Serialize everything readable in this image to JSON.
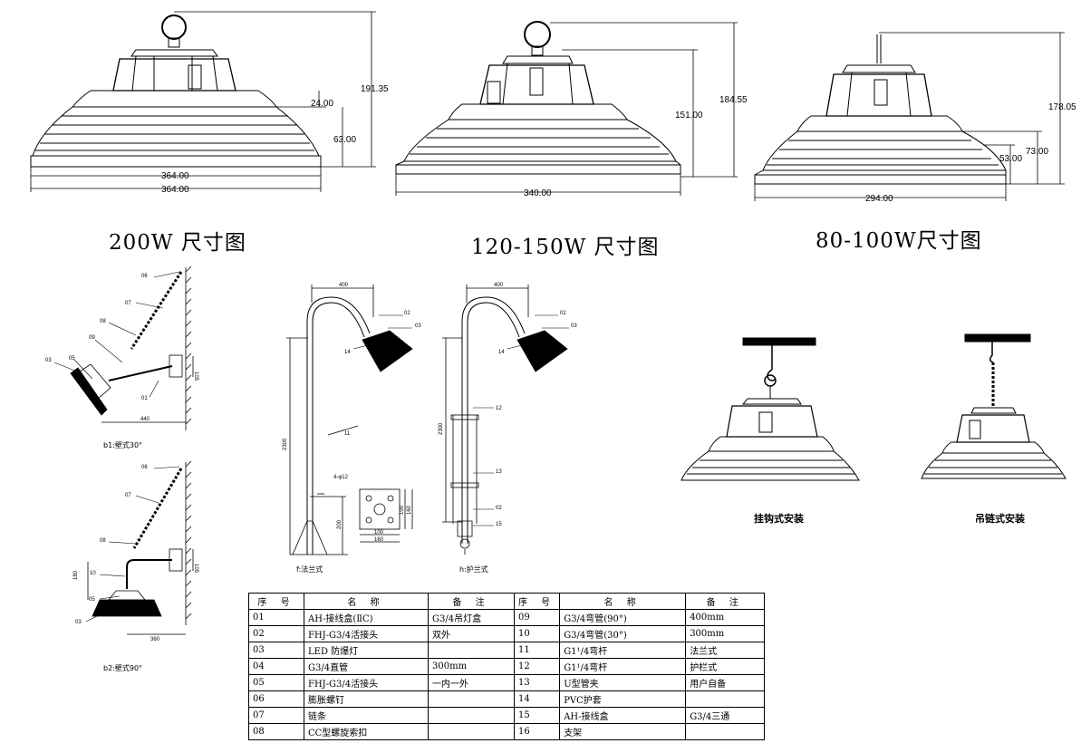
{
  "captions": {
    "w200": "200W 尺寸图",
    "w120": "120-150W 尺寸图",
    "w80": "80-100W尺寸图",
    "hook": "挂钩式安装",
    "chain": "吊链式安装"
  },
  "dims": {
    "a_191": "191.35",
    "a_24": "24.00",
    "a_63": "63.00",
    "a_364a": "364.00",
    "a_364b": "364.00",
    "b_184": "184.55",
    "b_151": "151.00",
    "b_340": "340.00",
    "c_178": "178.05",
    "c_73": "73.00",
    "c_53": "53.00",
    "c_294": "294.00"
  },
  "wall": {
    "b1_caption": "b1:壁式30°",
    "b2_caption": "b2:壁式90°",
    "d_440": "440",
    "d_105a": "105",
    "d_105b": "105",
    "d_180": "180",
    "d_360": "360",
    "l06a": "06",
    "l07a": "07",
    "l08a": "08",
    "l09": "09",
    "l03a": "03",
    "l05a": "05",
    "l01a": "01",
    "l06b": "06",
    "l07b": "07",
    "l08b": "08",
    "l10": "10",
    "l05b": "05",
    "l03b": "03"
  },
  "pole": {
    "f_caption": "f:法兰式",
    "h_caption": "h:护兰式",
    "d_400a": "400",
    "d_400b": "400",
    "d_2300a": "2300",
    "d_2300b": "2300",
    "d_200": "200",
    "d_phi": "4-φ12",
    "d_100a": "100",
    "d_100b": "100",
    "d_160a": "160",
    "d_160b": "160",
    "l02a": "02",
    "l03a": "03",
    "l14a": "14",
    "l11": "11",
    "l02b": "02",
    "l03b": "03",
    "l14b": "14",
    "l12": "12",
    "l13": "13",
    "l02c": "02",
    "l15": "15"
  },
  "table": {
    "headers": [
      "序 号",
      "名 称",
      "备 注",
      "序 号",
      "名 称",
      "备 注"
    ],
    "rows": [
      [
        "01",
        "AH-接线盒(ⅡC)",
        "G3/4吊灯盒",
        "09",
        "G3/4弯管(90°)",
        "400mm"
      ],
      [
        "02",
        "FHJ-G3/4活接头",
        "双外",
        "10",
        "G3/4弯管(30°)",
        "300mm"
      ],
      [
        "03",
        "LED 防爆灯",
        "",
        "11",
        "G1¹/4弯杆",
        "法兰式"
      ],
      [
        "04",
        "G3/4直管",
        "300mm",
        "12",
        "G1¹/4弯杆",
        "护栏式"
      ],
      [
        "05",
        "FHJ-G3/4活接头",
        "一内一外",
        "13",
        "U型管夹",
        "用户自备"
      ],
      [
        "06",
        "膨胀螺钉",
        "",
        "14",
        "PVC护套",
        ""
      ],
      [
        "07",
        "链条",
        "",
        "15",
        "AH-接线盒",
        "G3/4三通"
      ],
      [
        "08",
        "CC型螺旋索扣",
        "",
        "16",
        "支架",
        ""
      ]
    ]
  }
}
